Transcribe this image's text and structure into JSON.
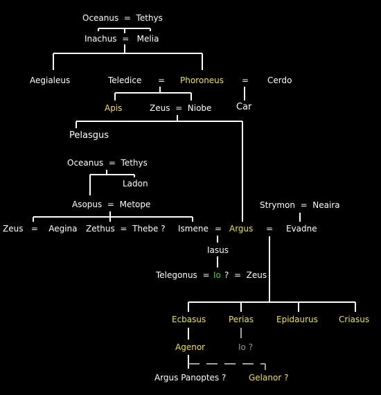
{
  "tree": {
    "oceanus_tethys_1": "Oceanus  =  Tethys",
    "inachus_melia": "Inachus  =   Melia",
    "aegialeus": "Aegialeus",
    "teledice": "Teledice",
    "eq_teledice_phoroneus": "=",
    "phoroneus": "Phoroneus",
    "eq_phoroneus_cerdo": "=",
    "cerdo": "Cerdo",
    "apis": "Apis",
    "zeus_niobe": "Zeus  =  Niobe",
    "car": "Car",
    "pelasgus": "Pelasgus",
    "oceanus_tethys_2": "Oceanus  =  Tethys",
    "ladon": "Ladon",
    "asopus_metope": "Asopus  =  Metope",
    "strymon_neaira": "Strymon  =  Neaira",
    "zeus_aegina": "Zeus   =    Aegina",
    "zethus_thebe": "Zethus  =  Thebe ?",
    "ismene": "Ismene",
    "eq_ismene_argus": "=",
    "argus": "Argus",
    "eq_argus_evadne": "=",
    "evadne": "Evadne",
    "iasus": "Iasus",
    "telegonus": "Telegonus  =",
    "io": "Io",
    "io_zeus": "?  =  Zeus",
    "ecbasus": "Ecbasus",
    "perias": "Perias",
    "epidaurus": "Epidaurus",
    "criasus": "Criasus",
    "agenor": "Agenor",
    "io_question": "Io ?",
    "argus_panoptes": "Argus Panoptes ?",
    "gelanor": "Gelanor ?"
  },
  "colors": {
    "background": "#000000",
    "text": "#ffffff",
    "highlight": "#f0e060",
    "io": "#50d050",
    "uncertain": "#9a9a9a",
    "line": "#ffffff",
    "dashed_line": "#a0a0a0"
  }
}
